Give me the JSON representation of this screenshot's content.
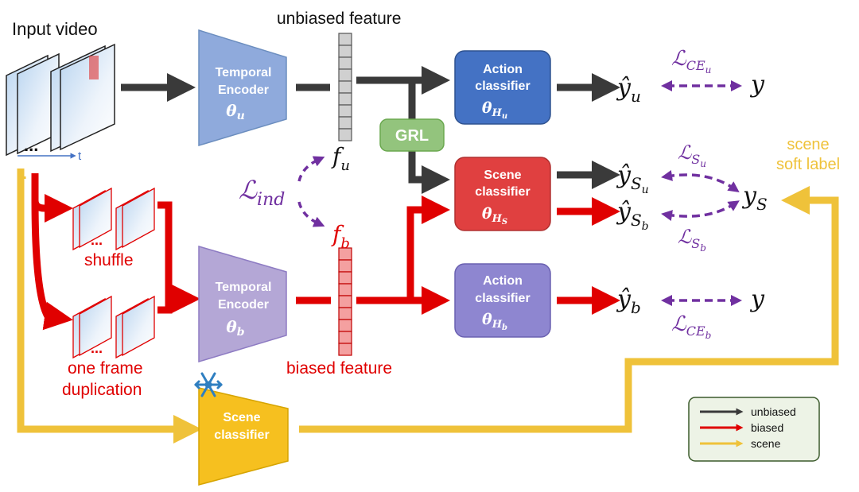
{
  "colors": {
    "unbiased": "#3a3a3a",
    "biased": "#e00000",
    "scene": "#efc23a",
    "loss": "#7030a0",
    "encoder_u": "#8faadc",
    "encoder_b": "#b4a7d6",
    "action_u": "#4472c4",
    "scene_cls": "#e04040",
    "action_b": "#8e86d0",
    "grl": "#93c47d",
    "scene_frozen": "#f6c01f"
  },
  "labels": {
    "input_video": "Input video",
    "time_axis": "t",
    "ellipsis": "...",
    "unbiased_feature": "unbiased feature",
    "biased_feature": "biased feature",
    "shuffle": "shuffle",
    "one_frame_line1": "one frame",
    "one_frame_line2": "duplication",
    "scene_soft_label_line1": "scene",
    "scene_soft_label_line2": "soft label"
  },
  "blocks": {
    "encoder_u": {
      "line1": "Temporal",
      "line2": "Encoder",
      "param": "θ",
      "param_sub": "u"
    },
    "encoder_b": {
      "line1": "Temporal",
      "line2": "Encoder",
      "param": "θ",
      "param_sub": "b"
    },
    "action_u": {
      "line1": "Action",
      "line2": "classifier",
      "param": "θ",
      "param_sub": "H",
      "param_subsub": "u"
    },
    "scene_cls": {
      "line1": "Scene",
      "line2": "classifier",
      "param": "θ",
      "param_sub": "H",
      "param_subsub": "S"
    },
    "action_b": {
      "line1": "Action",
      "line2": "classifier",
      "param": "θ",
      "param_sub": "H",
      "param_subsub": "b"
    },
    "grl": {
      "label": "GRL"
    },
    "scene_frozen": {
      "line1": "Scene",
      "line2": "classifier",
      "icon": "snowflake-icon"
    }
  },
  "math": {
    "f_u": {
      "base": "f",
      "sub": "u"
    },
    "f_b": {
      "base": "f",
      "sub": "b"
    },
    "L_ind": {
      "base": "ℒ",
      "sub": "ind"
    },
    "yhat_u": {
      "base": "ŷ",
      "sub": "u"
    },
    "yhat_su": {
      "base": "ŷ",
      "sub": "S",
      "subsub": "u"
    },
    "yhat_sb": {
      "base": "ŷ",
      "sub": "S",
      "subsub": "b"
    },
    "yhat_b": {
      "base": "ŷ",
      "sub": "b"
    },
    "y_top": "y",
    "y_bottom": "y",
    "y_s": {
      "base": "y",
      "sub": "S"
    },
    "L_ce_u": {
      "base": "ℒ",
      "sub": "CE",
      "subsub": "u"
    },
    "L_s_u": {
      "base": "ℒ",
      "sub": "S",
      "subsub": "u"
    },
    "L_s_b": {
      "base": "ℒ",
      "sub": "S",
      "subsub": "b"
    },
    "L_ce_b": {
      "base": "ℒ",
      "sub": "CE",
      "subsub": "b"
    }
  },
  "legend": {
    "items": [
      {
        "label": "unbiased",
        "color": "#3a3a3a"
      },
      {
        "label": "biased",
        "color": "#e00000"
      },
      {
        "label": "scene",
        "color": "#efc23a"
      }
    ]
  }
}
